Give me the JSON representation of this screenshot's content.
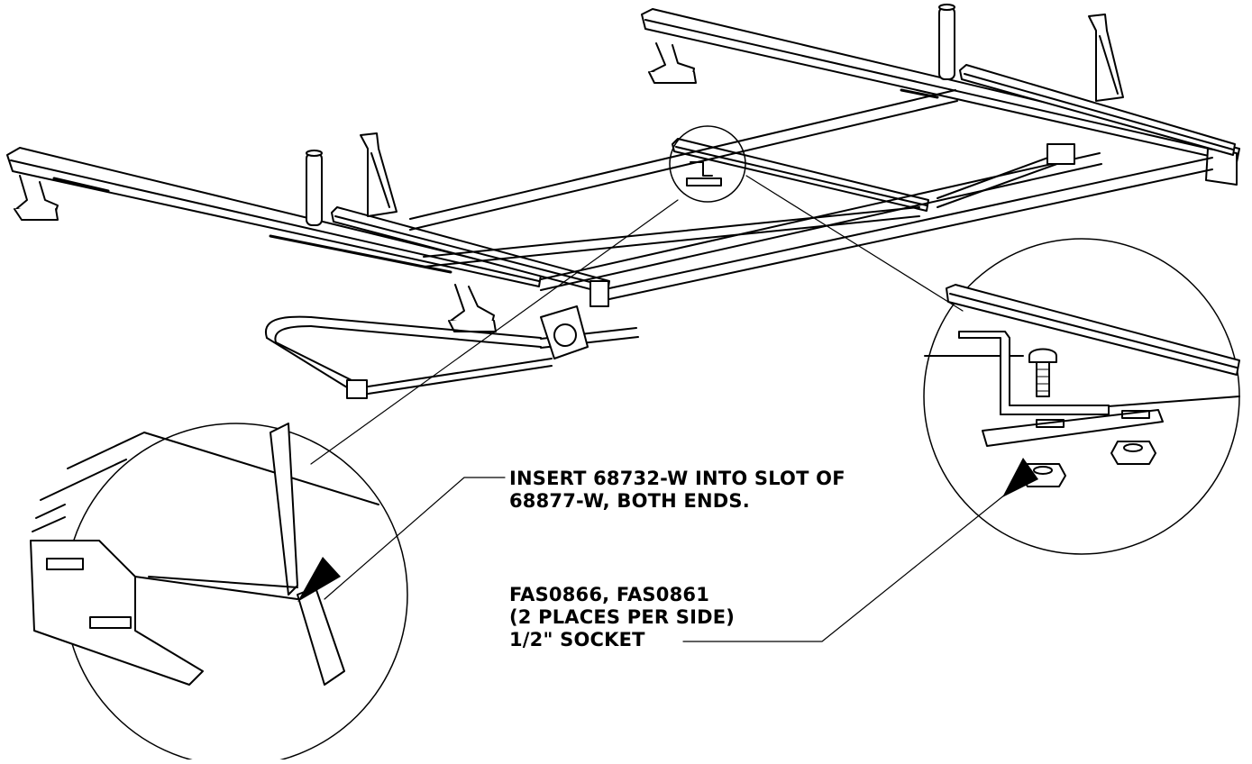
{
  "callouts": {
    "insert": {
      "line1": "INSERT 68732-W INTO SLOT OF",
      "line2": "68877-W, BOTH ENDS."
    },
    "fasteners": {
      "line1": "FAS0866, FAS0861",
      "line2": "(2 PLACES PER SIDE)",
      "line3": "1/2\" SOCKET"
    }
  },
  "colors": {
    "ink": "#000000",
    "paper": "#ffffff"
  }
}
